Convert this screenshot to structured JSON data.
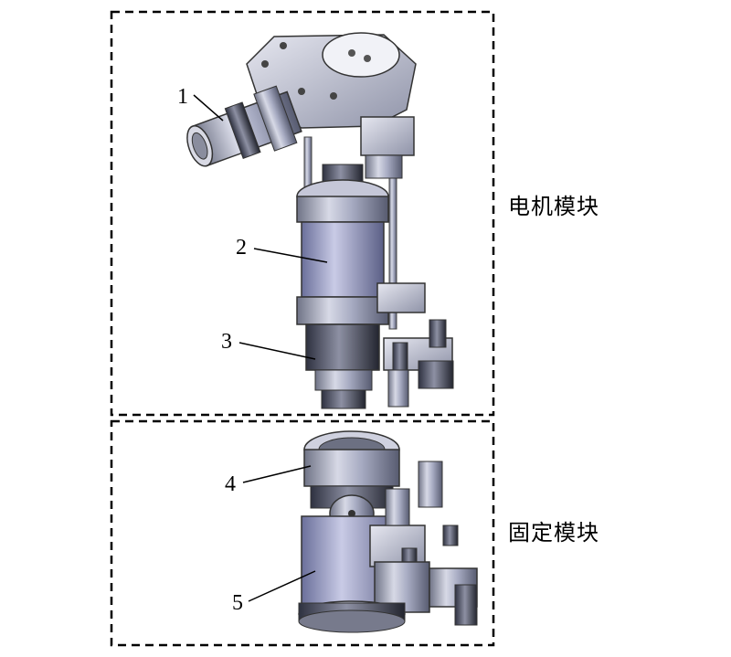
{
  "diagram": {
    "modules": [
      {
        "id": "motor",
        "label": "电机模块"
      },
      {
        "id": "fixed",
        "label": "固定模块"
      }
    ],
    "parts": [
      "1",
      "2",
      "3",
      "4",
      "5"
    ]
  }
}
